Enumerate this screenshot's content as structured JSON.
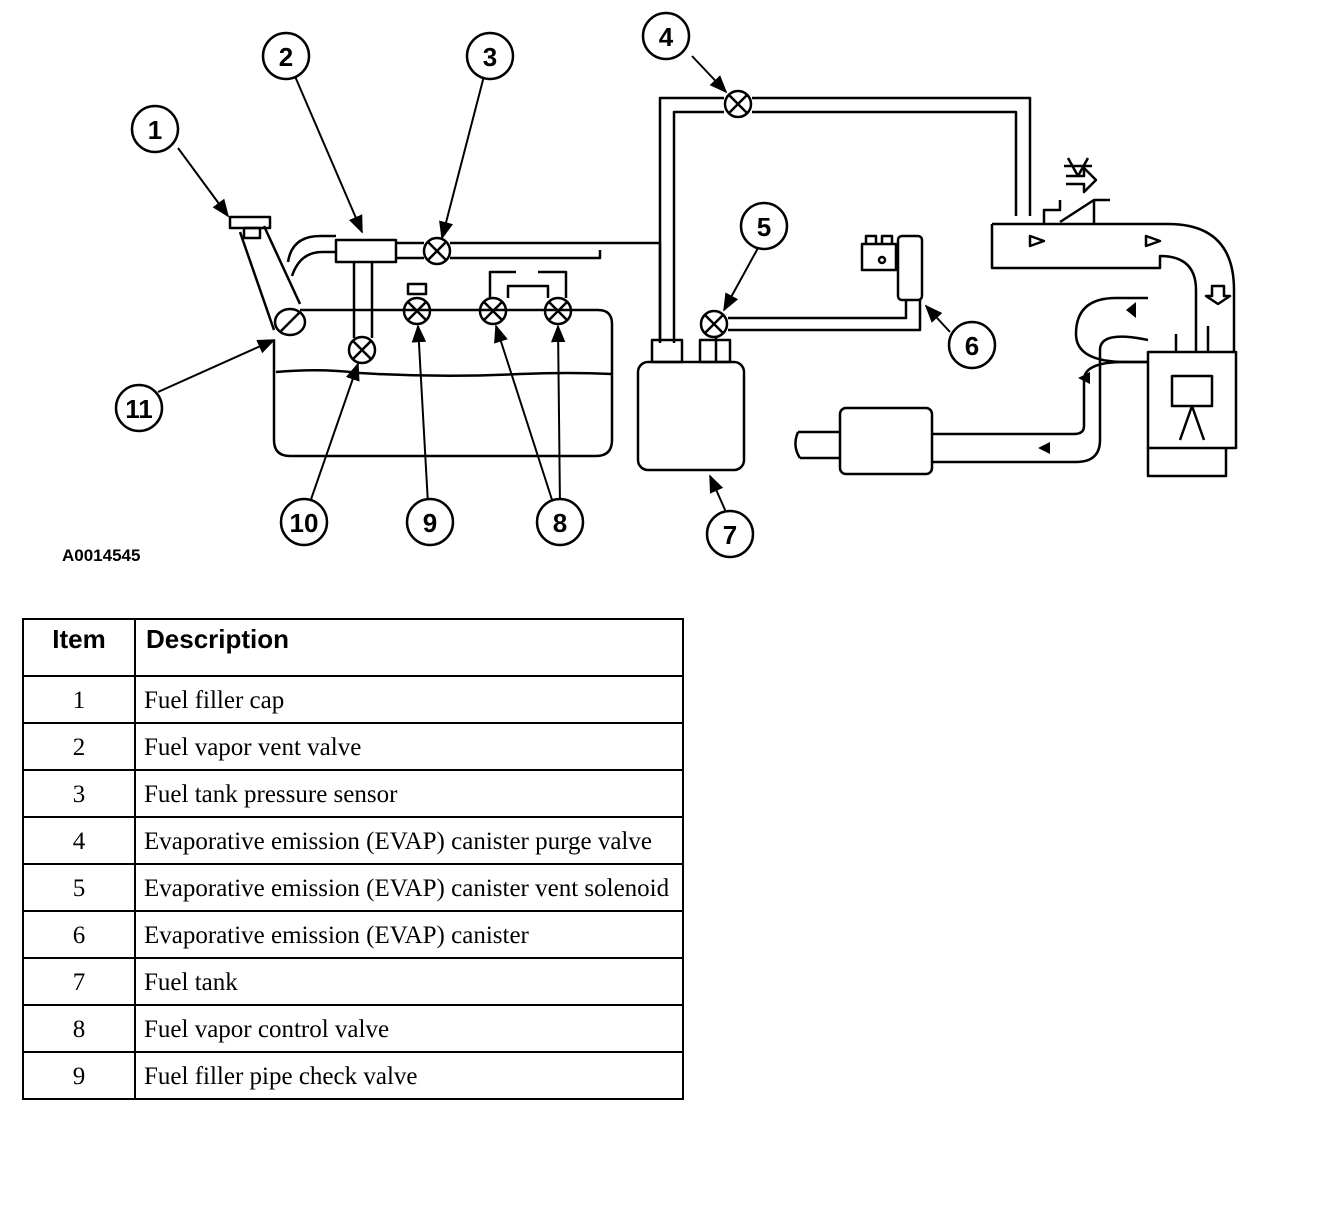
{
  "figure": {
    "code": "A0014545",
    "callouts": [
      "1",
      "2",
      "3",
      "4",
      "5",
      "6",
      "7",
      "8",
      "9",
      "10",
      "11"
    ]
  },
  "table": {
    "headers": {
      "item": "Item",
      "description": "Description"
    },
    "rows": [
      {
        "item": "1",
        "description": "Fuel filler cap"
      },
      {
        "item": "2",
        "description": "Fuel vapor vent valve"
      },
      {
        "item": "3",
        "description": "Fuel tank pressure sensor"
      },
      {
        "item": "4",
        "description": "Evaporative emission (EVAP) canister purge valve"
      },
      {
        "item": "5",
        "description": "Evaporative emission (EVAP) canister vent solenoid"
      },
      {
        "item": "6",
        "description": "Evaporative emission (EVAP) canister"
      },
      {
        "item": "7",
        "description": "Fuel tank"
      },
      {
        "item": "8",
        "description": "Fuel vapor control valve"
      },
      {
        "item": "9",
        "description": "Fuel filler pipe check valve"
      }
    ]
  }
}
